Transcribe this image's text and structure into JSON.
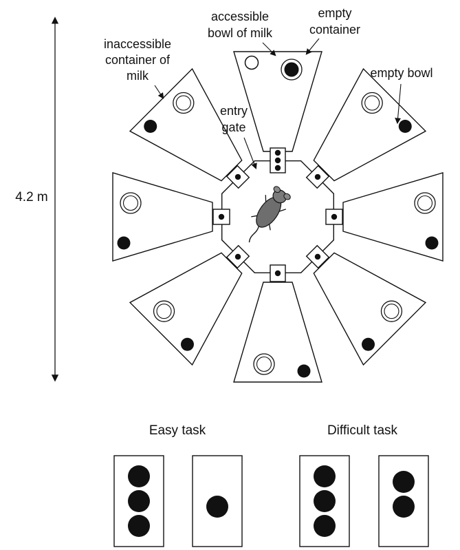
{
  "labels": {
    "accessible_bowl": [
      "accessible",
      "bowl of milk"
    ],
    "empty_container": [
      "empty",
      "container"
    ],
    "inaccessible_container": [
      "inaccessible",
      "container of",
      "milk"
    ],
    "empty_bowl": [
      "empty bowl"
    ],
    "entry_gate": [
      "entry",
      "gate"
    ]
  },
  "scale": {
    "label": "4.2 m"
  },
  "tasks": [
    {
      "title": "Easy task",
      "cards": [
        3,
        1
      ]
    },
    {
      "title": "Difficult task",
      "cards": [
        3,
        2
      ]
    }
  ],
  "arena": {
    "arms": 8,
    "gate_dots": [
      3,
      1,
      1,
      1,
      1,
      1,
      1,
      1
    ]
  },
  "colors": {
    "ink": "#111111",
    "paper": "#ffffff",
    "animal": "#6e6e6e"
  }
}
